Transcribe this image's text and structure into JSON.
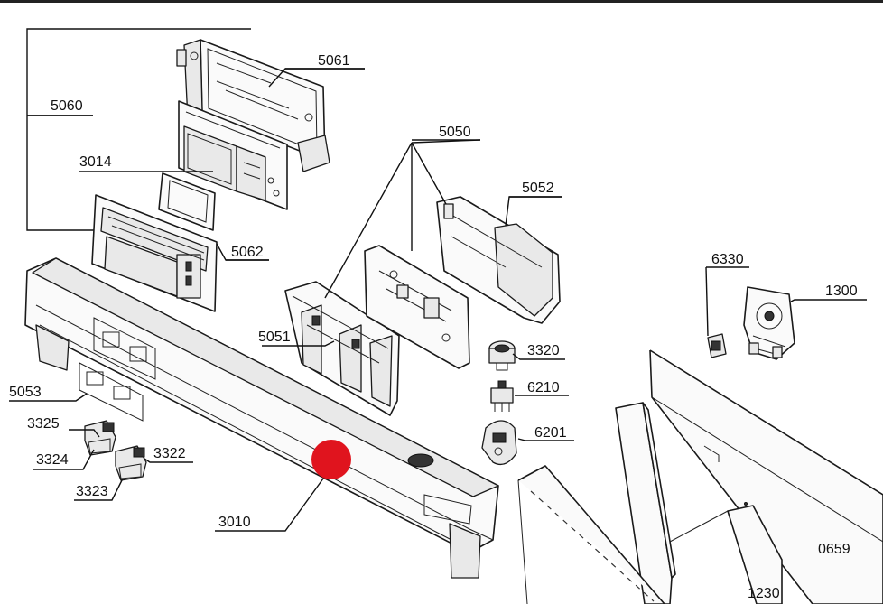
{
  "diagram": {
    "labels": [
      {
        "id": "5061",
        "text": "5061"
      },
      {
        "id": "5060",
        "text": "5060"
      },
      {
        "id": "3014",
        "text": "3014"
      },
      {
        "id": "5050",
        "text": "5050"
      },
      {
        "id": "5052",
        "text": "5052"
      },
      {
        "id": "5062",
        "text": "5062"
      },
      {
        "id": "6330",
        "text": "6330"
      },
      {
        "id": "1300",
        "text": "1300"
      },
      {
        "id": "5051",
        "text": "5051"
      },
      {
        "id": "3320",
        "text": "3320"
      },
      {
        "id": "6210",
        "text": "6210"
      },
      {
        "id": "5053",
        "text": "5053"
      },
      {
        "id": "6201",
        "text": "6201"
      },
      {
        "id": "3325",
        "text": "3325"
      },
      {
        "id": "3322",
        "text": "3322"
      },
      {
        "id": "3324",
        "text": "3324"
      },
      {
        "id": "3323",
        "text": "3323"
      },
      {
        "id": "3010",
        "text": "3010"
      },
      {
        "id": "0659",
        "text": "0659"
      },
      {
        "id": "1230",
        "text": "1230"
      }
    ],
    "marker": {
      "color": "#e0141e",
      "description": "red dot marker"
    }
  }
}
